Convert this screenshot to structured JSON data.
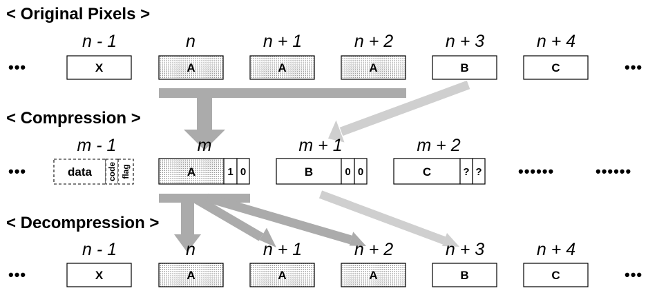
{
  "sections": {
    "original": "< Original Pixels >",
    "compression": "< Compression >",
    "decompression": "< Decompression >"
  },
  "original_row": {
    "indices": [
      "n - 1",
      "n",
      "n + 1",
      "n + 2",
      "n + 3",
      "n + 4"
    ],
    "cells": [
      "X",
      "A",
      "A",
      "A",
      "B",
      "C"
    ],
    "shaded": [
      false,
      true,
      true,
      true,
      false,
      false
    ]
  },
  "compressed_row": {
    "indices": [
      "m - 1",
      "m",
      "m + 1",
      "m + 2"
    ],
    "legend": {
      "data": "data",
      "code": "code",
      "flag": "flag"
    },
    "cells": [
      {
        "value": "A",
        "code": "1",
        "flag": "0",
        "shaded": true
      },
      {
        "value": "B",
        "code": "0",
        "flag": "0",
        "shaded": false
      },
      {
        "value": "C",
        "code": "?",
        "flag": "?",
        "shaded": false
      }
    ]
  },
  "decompressed_row": {
    "indices": [
      "n - 1",
      "n",
      "n + 1",
      "n + 2",
      "n + 3",
      "n + 4"
    ],
    "cells": [
      "X",
      "A",
      "A",
      "A",
      "B",
      "C"
    ],
    "shaded": [
      false,
      true,
      true,
      true,
      false,
      false
    ]
  },
  "ellipsis": {
    "short": "•••",
    "long": "••••••"
  },
  "colors": {
    "run_arrow": "#ababab",
    "literal_arrow": "#cfcfcf",
    "shade_fill": "#e2e2e2"
  }
}
